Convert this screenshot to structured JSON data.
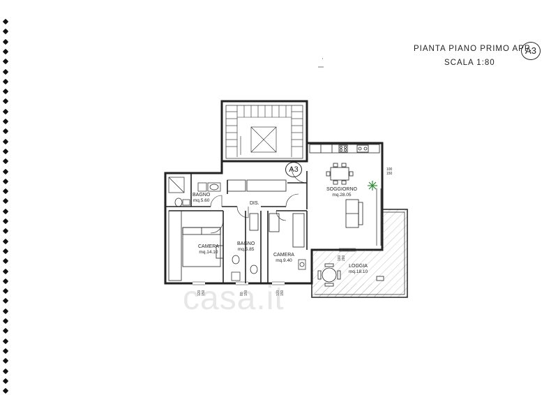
{
  "title": {
    "line1": "PIANTA PIANO PRIMO APP.",
    "code": "A3",
    "line2": "SCALA 1:80"
  },
  "plan_label": "A3",
  "rooms": [
    {
      "name": "BAGNO",
      "area": "mq.5.60"
    },
    {
      "name": "DIS.",
      "area": ""
    },
    {
      "name": "SOGGIORNO",
      "area": "mq.28.05"
    },
    {
      "name": "CAMERA",
      "area": "mq.14.10"
    },
    {
      "name": "BAGNO",
      "area": "mq.5.85"
    },
    {
      "name": "CAMERA",
      "area": "mq.9.40"
    },
    {
      "name": "LOGGIA",
      "area": "mq.18.10"
    }
  ],
  "dimensions": {
    "kitchen_window": [
      "100",
      "150"
    ],
    "loggia_door": [
      "160",
      "260"
    ],
    "win_camera1": [
      "120",
      "150"
    ],
    "win_bagno": [
      "80",
      "150"
    ],
    "win_camera2": [
      "120",
      "150"
    ]
  },
  "watermark": "casa.it",
  "colors": {
    "line": "#222222",
    "plant": "#2e8b3a",
    "hatch": "#9a9a9a"
  }
}
